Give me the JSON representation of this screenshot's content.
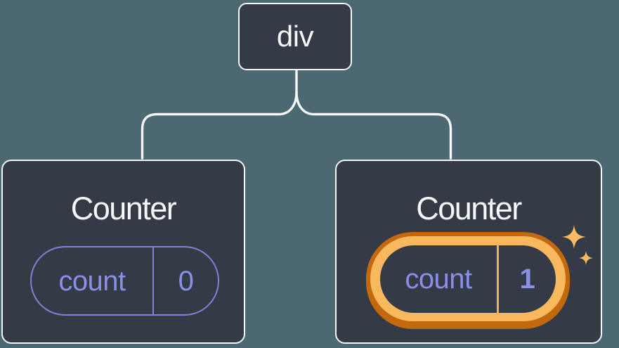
{
  "diagram": {
    "root_node": {
      "label": "div"
    },
    "left_counter": {
      "title": "Counter",
      "state_key": "count",
      "state_value": "0"
    },
    "right_counter": {
      "title": "Counter",
      "state_key": "count",
      "state_value": "1"
    }
  },
  "icons": {
    "sparkles": "four-pointed-stars"
  },
  "colors": {
    "background": "#4c6872",
    "node_fill": "#343a46",
    "node_border": "#f6f7f9",
    "text_light": "#f6f7f9",
    "state_purple": "#8a8fe8",
    "pill_stroke_purple": "#7d82dd",
    "highlight_gold": "#f8b85d",
    "highlight_dark_orange": "#c2690e",
    "divider_gold": "#f3b04f",
    "sparkle_gold": "#fabc62"
  }
}
